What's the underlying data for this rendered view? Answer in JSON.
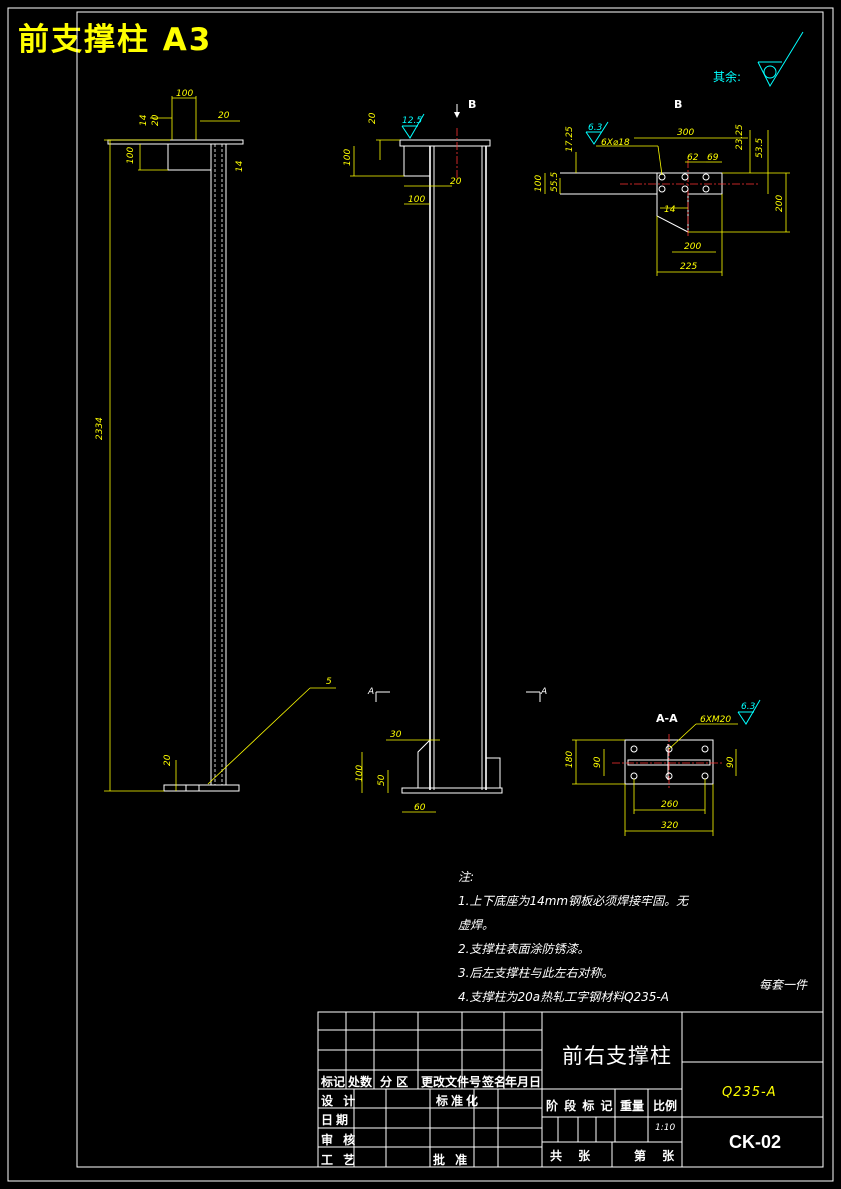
{
  "header": {
    "sheet_title": "前支撑柱 A3",
    "surface_note": "其余:"
  },
  "views": {
    "left": {
      "dims": [
        "100",
        "14",
        "20",
        "20",
        "100",
        "14",
        "2334",
        "20",
        "5"
      ]
    },
    "middle": {
      "dims": [
        "20",
        "100",
        "12.5",
        "20",
        "100",
        "30",
        "100",
        "50",
        "60"
      ],
      "section_labels": [
        "B",
        "A",
        "A"
      ]
    },
    "view_b": {
      "label": "B",
      "dims": [
        "6.3",
        "17.25",
        "6X⌀18",
        "300",
        "23.25",
        "53.5",
        "62",
        "69",
        "100",
        "55.5",
        "14",
        "200",
        "200",
        "225"
      ]
    },
    "section_aa": {
      "label": "A-A",
      "dims": [
        "6XM20",
        "6.3",
        "180",
        "90",
        "90",
        "260",
        "320"
      ]
    }
  },
  "notes": {
    "heading": "注:",
    "lines": [
      "1.上下底座为14mm钢板必须焊接牢固。无",
      "虚焊。",
      "2.支撑柱表面涂防锈漆。",
      "3.后左支撑柱与此左右对称。",
      "4.支撑柱为20a热轧工字钢材料Q235-A"
    ],
    "per_set": "每套一件"
  },
  "title_block": {
    "part_name": "前右支撑柱",
    "material": "Q235-A",
    "drawing_no": "CK-02",
    "row_labels": [
      "标记",
      "处数",
      "分 区",
      "更改文件号",
      "签名",
      "年月日"
    ],
    "design": "设 计",
    "standardize": "标准化",
    "date": "日期",
    "review": "审 核",
    "process": "工 艺",
    "approve": "批 准",
    "stage_header": [
      "阶 段 标 记",
      "重量",
      "比例"
    ],
    "scale": "1:10",
    "total_sheets": "共  张",
    "sheet_no": "第  张"
  },
  "colors": {
    "line": "#ffffff",
    "dimension": "#ffff00",
    "centerline": "#ff3333",
    "symbol": "#00ffff"
  }
}
